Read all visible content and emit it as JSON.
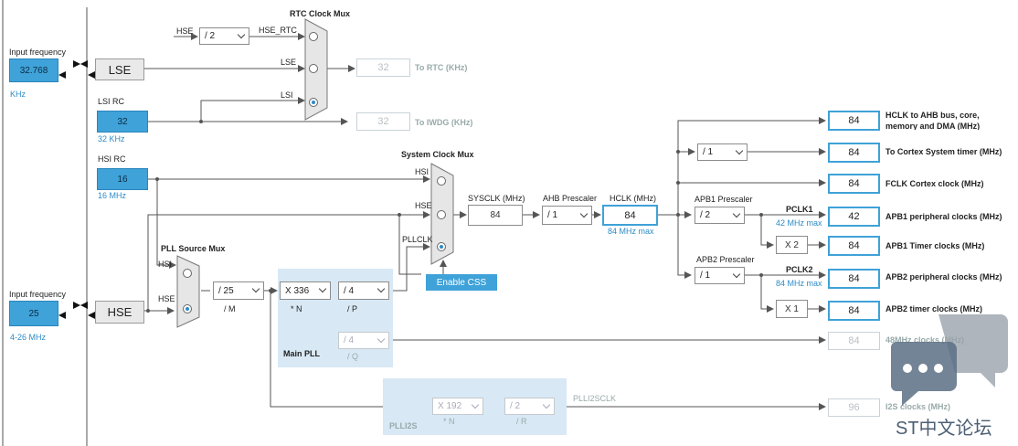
{
  "lse": {
    "input_label": "Input frequency",
    "value": "32.768",
    "unit": "KHz",
    "block_label": "LSE"
  },
  "lsi": {
    "title": "LSI RC",
    "value": "32",
    "unit": "32 KHz"
  },
  "hsi": {
    "title": "HSI RC",
    "value": "16",
    "unit": "16 MHz"
  },
  "hse": {
    "input_label": "Input frequency",
    "value": "25",
    "range": "4-26 MHz",
    "block_label": "HSE"
  },
  "rtc_mux": {
    "title": "RTC Clock Mux",
    "hse_label": "HSE",
    "hse_div": "/ 2",
    "hse_rtc_label": "HSE_RTC",
    "lse_label": "LSE",
    "lsi_label": "LSI",
    "rtc_out": "32",
    "rtc_out_label": "To RTC (KHz)",
    "iwdg_out": "32",
    "iwdg_out_label": "To IWDG (KHz)"
  },
  "sys_mux": {
    "title": "System Clock Mux",
    "hsi_label": "HSI",
    "hse_label": "HSE",
    "pllclk_label": "PLLCLK",
    "css_button": "Enable CSS"
  },
  "pll_source_mux": {
    "title": "PLL Source Mux",
    "hsi_label": "HSI",
    "hse_label": "HSE"
  },
  "pll": {
    "m_value": "/ 25",
    "m_label": "/ M",
    "n_value": "X 336",
    "n_label": "* N",
    "p_value": "/ 4",
    "p_label": "/ P",
    "q_value": "/ 4",
    "q_label": "/ Q",
    "region_label": "Main PLL",
    "out_48": "84",
    "out_48_label": "48MHz clocks (MHz)"
  },
  "plli2s": {
    "region_label": "PLLI2S",
    "n_value": "X 192",
    "n_label": "* N",
    "r_value": "/ 2",
    "r_label": "/ R",
    "clk_label": "PLLI2SCLK",
    "out": "96",
    "out_label": "I2S clocks (MHz)"
  },
  "sysclk": {
    "label": "SYSCLK (MHz)",
    "value": "84",
    "ahb_label": "AHB Prescaler",
    "ahb_value": "/ 1",
    "hclk_label": "HCLK (MHz)",
    "hclk_value": "84",
    "hclk_max": "84 MHz max"
  },
  "apb1": {
    "label": "APB1 Prescaler",
    "value": "/ 2",
    "pclk_label": "PCLK1",
    "pclk_max": "42 MHz max",
    "timer_mult": "X 2"
  },
  "apb2": {
    "label": "APB2 Prescaler",
    "value": "/ 1",
    "pclk_label": "PCLK2",
    "pclk_max": "84 MHz max",
    "timer_mult": "X 1"
  },
  "cortex_div": "/ 1",
  "outputs": [
    {
      "value": "84",
      "label": "HCLK to AHB bus, core,",
      "label2": "memory and DMA (MHz)"
    },
    {
      "value": "84",
      "label": "To Cortex System timer (MHz)"
    },
    {
      "value": "84",
      "label": "FCLK Cortex clock (MHz)"
    },
    {
      "value": "42",
      "label": "APB1 peripheral clocks (MHz)"
    },
    {
      "value": "84",
      "label": "APB1 Timer clocks (MHz)"
    },
    {
      "value": "84",
      "label": "APB2 peripheral clocks (MHz)"
    },
    {
      "value": "84",
      "label": "APB2 timer clocks (MHz)"
    }
  ],
  "watermark": "ST中文论坛",
  "colors": {
    "accent": "#3fa2d8",
    "region": "#d8e8f5",
    "wire": "#555555"
  }
}
